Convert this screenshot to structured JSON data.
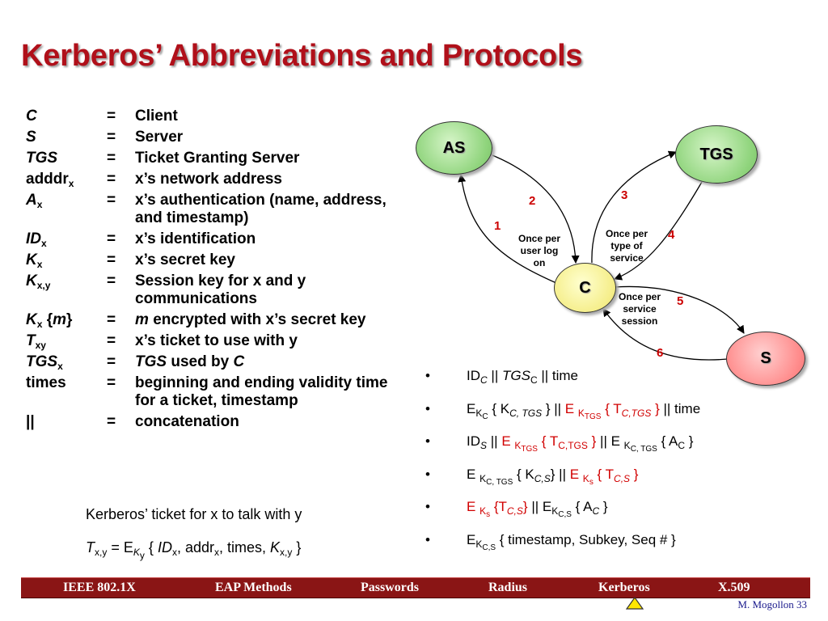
{
  "title": "Kerberos’ Abbreviations and Protocols",
  "abbreviations": [
    {
      "term": "C",
      "eq": "=",
      "def": "Client"
    },
    {
      "term": "S",
      "eq": "=",
      "def": "Server"
    },
    {
      "term": "TGS",
      "eq": "=",
      "def": "Ticket Granting Server"
    },
    {
      "term": "adddr",
      "sub": "x",
      "eq": "=",
      "def": "x’s network address"
    },
    {
      "term": "A",
      "sub": "x",
      "eq": "=",
      "def": "x’s authentication (name, address, and timestamp)"
    },
    {
      "term": "ID",
      "sub": "x",
      "eq": "=",
      "def": "x’s identification"
    },
    {
      "term": "K",
      "sub": "x",
      "eq": "=",
      "def": "x’s secret key"
    },
    {
      "term": "K",
      "sub": "x,y",
      "eq": "=",
      "def": "Session key for x and y communications"
    },
    {
      "term": "K",
      "sub": "x",
      "brace_open": "{",
      "brace_m": "m",
      "brace_close": "}",
      "eq": "=",
      "def_m": "m",
      "def": "encrypted with x’s secret key"
    },
    {
      "term": "T",
      "sub": "xy",
      "eq": "=",
      "def": "x’s ticket to use with y"
    },
    {
      "term": "TGS",
      "sub": "x",
      "eq": "=",
      "def_tgs": "TGS",
      "def": "used by",
      "def_c": "C"
    },
    {
      "term": "times",
      "eq": "=",
      "def": "beginning and ending validity time for a ticket, timestamp"
    },
    {
      "term": "||",
      "eq": "=",
      "def": "concatenation"
    }
  ],
  "diagram": {
    "nodes": {
      "as": "AS",
      "tgs": "TGS",
      "c": "C",
      "s": "S"
    },
    "steps": [
      "1",
      "2",
      "3",
      "4",
      "5",
      "6"
    ],
    "notes": {
      "user_log_on": [
        "Once per",
        "user log",
        "on"
      ],
      "type_of_service": [
        "Once per",
        "type of",
        "service"
      ],
      "service_session": [
        "Once per",
        "service",
        "session"
      ]
    }
  },
  "ticket": {
    "caption": "Kerberos’ ticket for x to talk with y",
    "formula": {
      "t": "T",
      "t_sub": "x,y",
      "eq": "= E",
      "k": "K",
      "k_sub": "y",
      "open": "{",
      "id": "ID",
      "id_sub": "x",
      "addr": ", addr",
      "addr_sub": "x",
      "times": ", times,",
      "kxy": "K",
      "kxy_sub": "x,y",
      "close": "}"
    }
  },
  "bullet_symbol": "•",
  "bullets": [
    {
      "a": "ID",
      "a_sub": "C",
      "b": "||",
      "c": "TGS",
      "c_sub": "C",
      "d": "|| time"
    },
    {
      "a": "E",
      "a_sub": "K",
      "a_subsub": "C",
      "b": "{ K",
      "b_sub": "C, TGS",
      "c": "} ||",
      "d": "E",
      "d_sub": "K",
      "d_subsub": "TGS",
      "e": "{ T",
      "e_sub": "C,TGS",
      "f": "}",
      "g": "|| time"
    },
    {
      "a": "ID",
      "a_sub": "S",
      "b": "||",
      "c": "E",
      "c_sub": "K",
      "c_subsub": "TGS",
      "d": "{ T",
      "d_sub": "C,TGS",
      "e": "}",
      "f": "||  E",
      "f_sub": "K",
      "f_subsub": "C, TGS",
      "g": "{ A",
      "g_sub": "C",
      "h": "}"
    },
    {
      "a": "E",
      "a_sub": "K",
      "a_subsub": "C, TGS",
      "b": "{ K",
      "b_sub": "C,S",
      "c": "} ||",
      "d": "E",
      "d_sub": "K",
      "d_subsub": "s",
      "e": "{ T",
      "e_sub": "C,S",
      "f": "}"
    },
    {
      "a": "E",
      "a_sub": "K",
      "a_subsub": "s",
      "b": "{T",
      "b_sub": "C,S",
      "c": "}",
      "d": "|| E",
      "d_sub": "K",
      "d_subsub": "C,S",
      "e": "{ A",
      "e_sub": "C",
      "f": "}"
    },
    {
      "a": "E",
      "a_sub": "K",
      "a_subsub": "C,S",
      "b": "{ timestamp, Subkey, Seq # }"
    }
  ],
  "nav": [
    "IEEE 802.1X",
    "EAP Methods",
    "Passwords",
    "Radius",
    "Kerberos",
    "X.509"
  ],
  "footer": {
    "author": "M. Mogollon",
    "page": "33"
  },
  "colors": {
    "title": "#b0101a",
    "accent_red": "#d10000",
    "navbar": "#8a1515",
    "as_tgs_fill": "#8fd47c",
    "c_fill": "#f5ee8a",
    "s_fill": "#ff8c8c",
    "footer_text": "#1a1a8c"
  },
  "icons": {
    "home": "home-triangle-icon"
  }
}
